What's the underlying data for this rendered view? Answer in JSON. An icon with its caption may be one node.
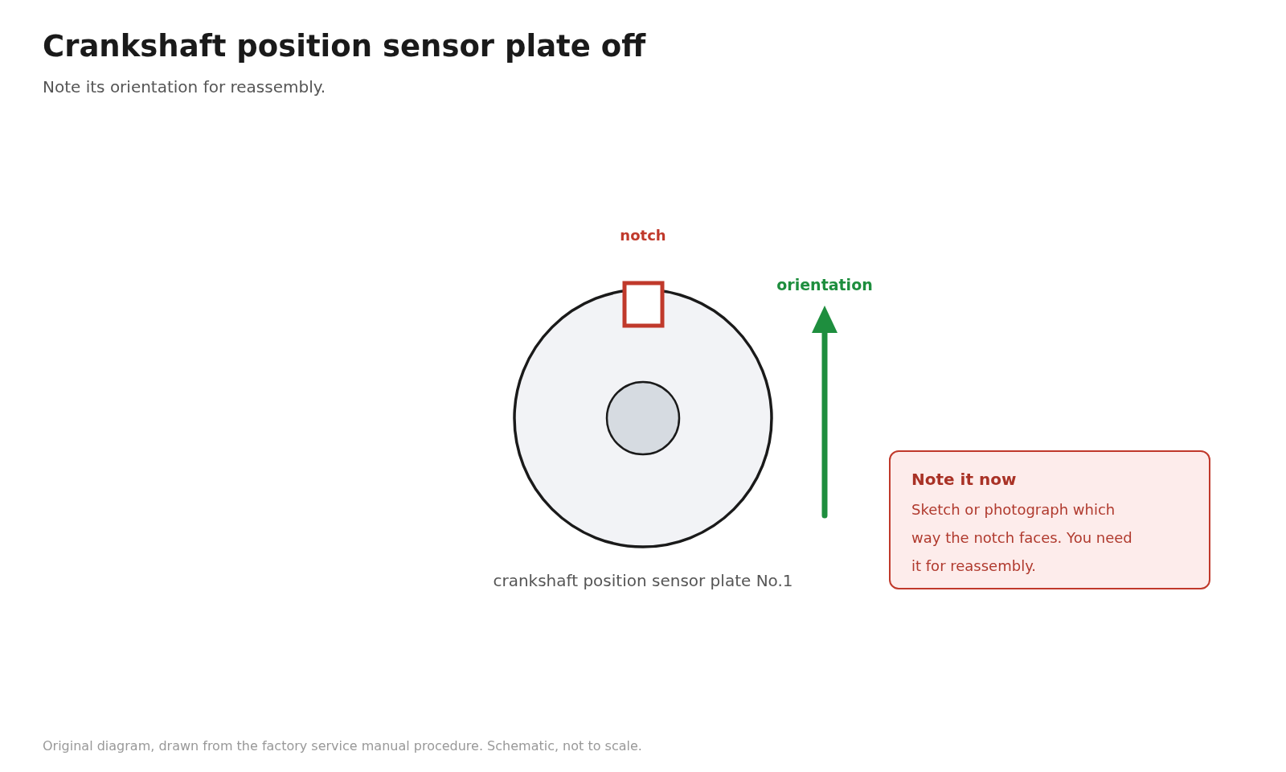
{
  "diagram": {
    "title": "Crankshaft position sensor plate off",
    "nodes": [
      {
        "text": [
          "Note it now",
          "Sketch or photograph which way the notch faces. You need it for reassembly."
        ]
      }
    ],
    "labels": [
      "Note its orientation for reassembly.",
      "notch",
      "orientation",
      "crankshaft position sensor plate No.1",
      "Original diagram, drawn from the factory service manual procedure. Schematic, not to scale."
    ]
  }
}
